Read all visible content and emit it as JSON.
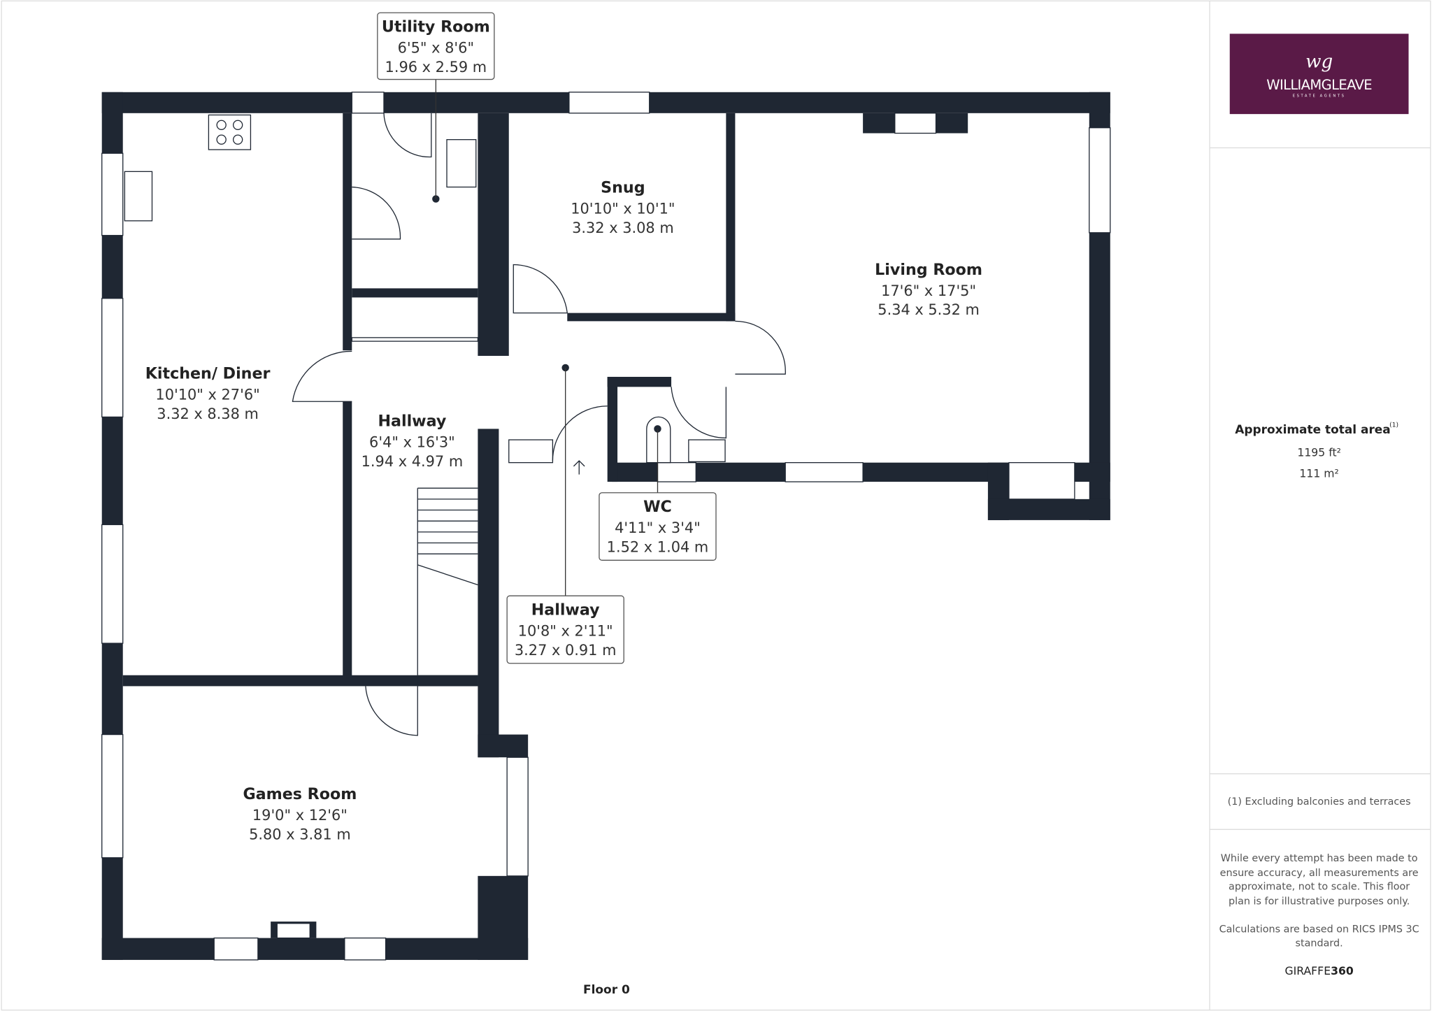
{
  "brand": {
    "logo_text": "WILLIAMGLEAVE",
    "logo_sub": "ESTATE AGENTS",
    "logo_mark": "wg",
    "color": "#5a1a47"
  },
  "rooms": [
    {
      "name": "Utility Room",
      "imperial": "6'5\" x 8'6\"",
      "metric": "1.96 x 2.59 m"
    },
    {
      "name": "Snug",
      "imperial": "10'10\" x 10'1\"",
      "metric": "3.32 x 3.08 m"
    },
    {
      "name": "Living Room",
      "imperial": "17'6\" x 17'5\"",
      "metric": "5.34 x 5.32 m"
    },
    {
      "name": "Kitchen/ Diner",
      "imperial": "10'10\" x 27'6\"",
      "metric": "3.32 x 8.38 m"
    },
    {
      "name": "Hallway",
      "imperial": "6'4\" x 16'3\"",
      "metric": "1.94 x 4.97 m"
    },
    {
      "name": "WC",
      "imperial": "4'11\" x 3'4\"",
      "metric": "1.52 x 1.04 m"
    },
    {
      "name": "Hallway",
      "imperial": "10'8\" x 2'11\"",
      "metric": "3.27 x 0.91 m"
    },
    {
      "name": "Games Room",
      "imperial": "19'0\" x 12'6\"",
      "metric": "5.80 x 3.81 m"
    }
  ],
  "floor_label": "Floor 0",
  "panel": {
    "area_title": "Approximate total area",
    "area_note_mark": "(1)",
    "area_ft": "1195 ft²",
    "area_m": "111 m²",
    "footnote": "(1) Excluding balconies and terraces",
    "disclaimer_lines": [
      "While every attempt has been made to",
      "ensure accuracy, all measurements are",
      "approximate, not to scale. This floor",
      "plan is for illustrative purposes only."
    ],
    "calc_lines": [
      "Calculations are based on RICS IPMS 3C",
      "standard."
    ],
    "credit_a": "GIRAFFE",
    "credit_b": "360"
  }
}
